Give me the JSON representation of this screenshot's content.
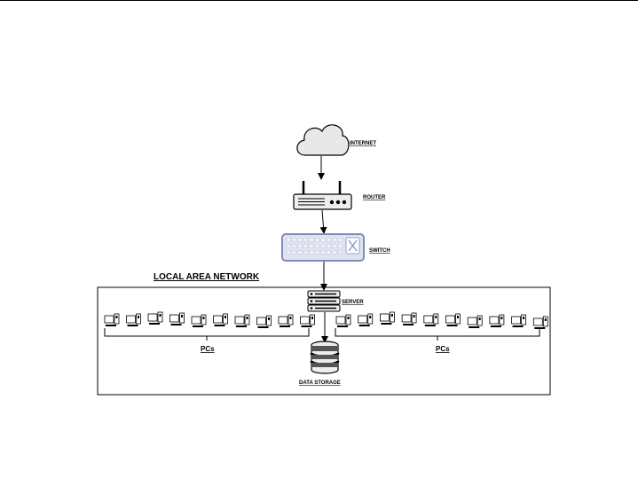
{
  "labels": {
    "internet": "INTERNET",
    "router": "ROUTER",
    "switch": "SWITCH",
    "lan": "LOCAL AREA NETWORK",
    "server": "SERVER",
    "pcs_left": "PCs",
    "pcs_right": "PCs",
    "storage": "DATA STORAGE"
  },
  "icons": {
    "internet": "cloud-icon",
    "router": "router-icon",
    "switch": "switch-icon",
    "server": "server-rack-icon",
    "storage": "database-icon",
    "pc": "desktop-pc-icon"
  },
  "colors": {
    "cloud_fill": "#e8e8e8",
    "switch_fill": "#dfe3f1",
    "switch_border": "#7f8cb8",
    "device_fill": "#eeeeee",
    "stroke": "#000000"
  },
  "pcs": {
    "left_count": 10,
    "right_count": 10
  }
}
